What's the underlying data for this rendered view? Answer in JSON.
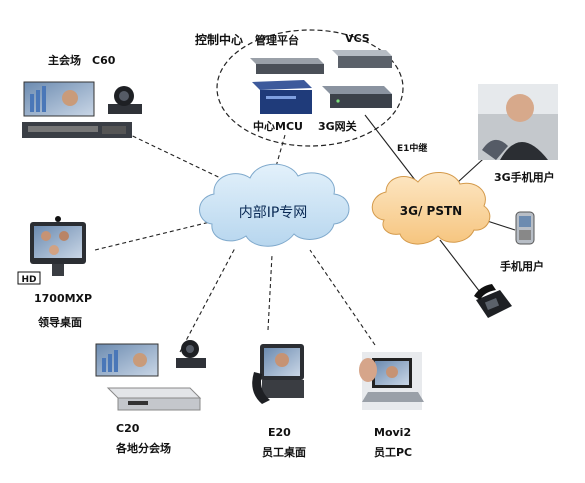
{
  "center": {
    "title": "控制中心",
    "mgmt_label": "管理平台",
    "vcs_label": "VCS",
    "mcu_label": "中心MCU",
    "gateway_label": "3G网关"
  },
  "network": {
    "ip_label": "内部IP专网",
    "pstn_label": "3G/ PSTN",
    "e1_label": "E1中继"
  },
  "endpoints": {
    "main_venue": {
      "name": "主会场",
      "model": "C60"
    },
    "leader": {
      "model": "1700MXP",
      "name": "领导桌面",
      "hd_badge": "HD"
    },
    "branch": {
      "model": "C20",
      "name": "各地分会场"
    },
    "staff_desk": {
      "model": "E20",
      "name": "员工桌面"
    },
    "staff_pc": {
      "model": "Movi2",
      "name": "员工PC"
    },
    "user_3g": {
      "name": "3G手机用户"
    },
    "mobile_user": {
      "name": "手机用户"
    }
  },
  "colors": {
    "ip_cloud": "#cfe6f7",
    "pstn_cloud": "#fbd9a6",
    "link": "#222222"
  }
}
